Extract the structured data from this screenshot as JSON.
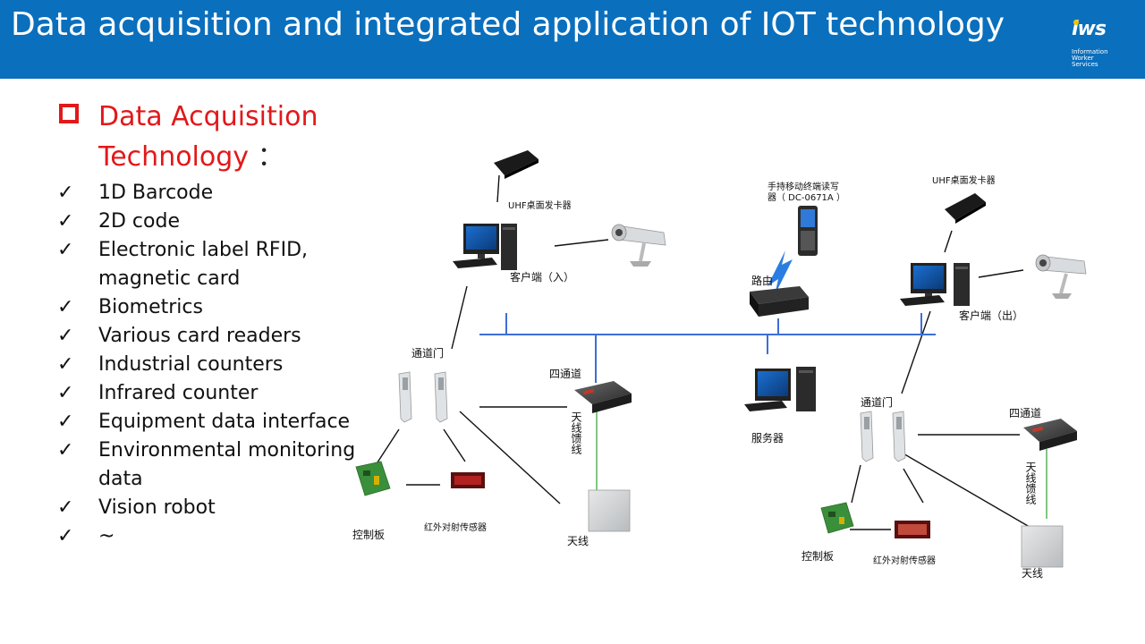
{
  "header": {
    "title": "Data acquisition and integrated application of IOT technology",
    "logo_mark": "iws",
    "logo_lines": [
      "Information",
      "Worker",
      "Services"
    ]
  },
  "heading": {
    "text_line1": "Data Acquisition",
    "text_line2": "Technology",
    "colon": "："
  },
  "checklist": {
    "mark": "✓",
    "items": [
      "1D Barcode",
      "2D code",
      "Electronic label RFID, magnetic card",
      "Biometrics",
      "Various card readers",
      "Industrial counters",
      "Infrared counter",
      "Equipment data interface",
      "Environmental monitoring data",
      "Vision robot",
      "~"
    ]
  },
  "diagram": {
    "uhf_left": "UHF桌面发卡器",
    "uhf_right": "UHF桌面发卡器",
    "client_in": "客户端（入）",
    "client_out": "客户端（出）",
    "handheld_1": "手持移动终端读写",
    "handheld_2": "器（ DC-0671A ）",
    "router": "路由",
    "gate_left": "通道门",
    "gate_right": "通道门",
    "four_ch_left": "四通道",
    "four_ch_right": "四通道",
    "feeder_left": "天线馈线",
    "feeder_right": "天线馈线",
    "server": "服务器",
    "control_left": "控制板",
    "control_right": "控制板",
    "ir_left": "红外对射传感器",
    "ir_right": "红外对射传感器",
    "antenna_left": "天线",
    "antenna_right": "天线",
    "colors": {
      "bus": "#3b6fd6",
      "feeder": "#4caf50",
      "header": "#0a6fbd",
      "accent": "#e2181a"
    }
  }
}
